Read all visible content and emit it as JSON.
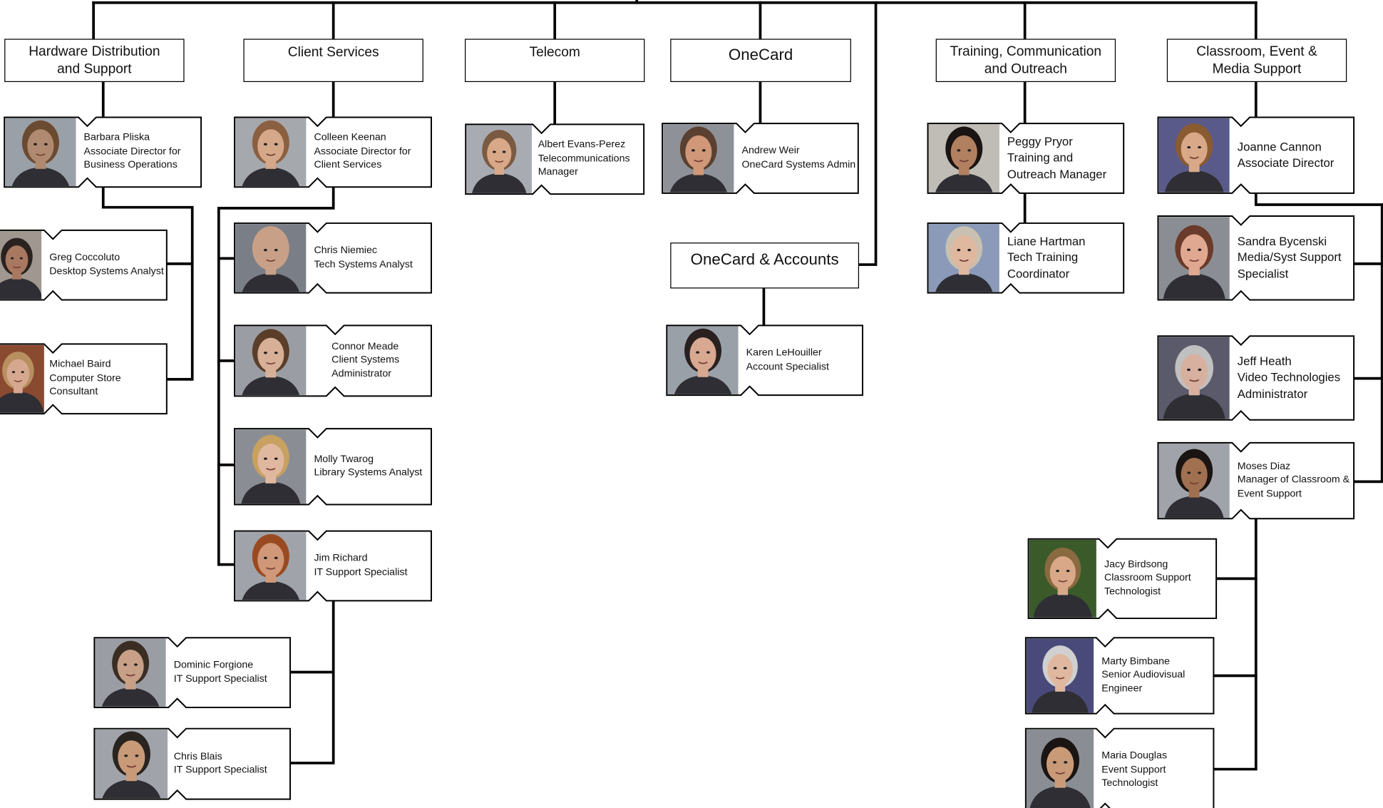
{
  "departments": [
    {
      "title_line1": "Hardware Distribution",
      "title_line2": "and Support"
    },
    {
      "title_line1": "Client Services",
      "title_line2": ""
    },
    {
      "title_line1": "Telecom",
      "title_line2": ""
    },
    {
      "title_line1": "OneCard",
      "title_line2": ""
    },
    {
      "title_line1": "Training, Communication",
      "title_line2": "and Outreach"
    },
    {
      "title_line1": "Classroom, Event &",
      "title_line2": "Media Support"
    },
    {
      "title_line1": "OneCard & Accounts",
      "title_line2": ""
    }
  ],
  "people": [
    {
      "name": "Barbara Pliska",
      "title1": "Associate Director for",
      "title2": "Business Operations",
      "title3": ""
    },
    {
      "name": "Greg Coccoluto",
      "title1": "Desktop Systems Analyst",
      "title2": "",
      "title3": ""
    },
    {
      "name": "Michael Baird",
      "title1": "Computer Store",
      "title2": "Consultant",
      "title3": ""
    },
    {
      "name": "Colleen Keenan",
      "title1": "Associate Director for",
      "title2": "Client Services",
      "title3": ""
    },
    {
      "name": "Chris Niemiec",
      "title1": "Tech Systems Analyst",
      "title2": "",
      "title3": ""
    },
    {
      "name": "Connor Meade",
      "title1": "Client Systems",
      "title2": "Administrator",
      "title3": ""
    },
    {
      "name": "Molly Twarog",
      "title1": "Library Systems Analyst",
      "title2": "",
      "title3": ""
    },
    {
      "name": "Jim Richard",
      "title1": "IT Support Specialist",
      "title2": "",
      "title3": ""
    },
    {
      "name": "Dominic Forgione",
      "title1": "IT Support Specialist",
      "title2": "",
      "title3": ""
    },
    {
      "name": "Chris Blais",
      "title1": "IT Support Specialist",
      "title2": "",
      "title3": ""
    },
    {
      "name": "Albert Evans-Perez",
      "title1": "Telecommunications",
      "title2": "Manager",
      "title3": ""
    },
    {
      "name": "Andrew Weir",
      "title1": "OneCard Systems Admin",
      "title2": "",
      "title3": ""
    },
    {
      "name": "Karen LeHouiller",
      "title1": "Account Specialist",
      "title2": "",
      "title3": ""
    },
    {
      "name": "Peggy Pryor",
      "title1": "Training and",
      "title2": "Outreach Manager",
      "title3": ""
    },
    {
      "name": "Liane Hartman",
      "title1": "Tech Training",
      "title2": "Coordinator",
      "title3": ""
    },
    {
      "name": "Joanne Cannon",
      "title1": "Associate Director",
      "title2": "",
      "title3": ""
    },
    {
      "name": "Sandra Bycenski",
      "title1": "Media/Syst Support",
      "title2": "Specialist",
      "title3": ""
    },
    {
      "name": "Jeff Heath",
      "title1": "Video Technologies",
      "title2": "Administrator",
      "title3": ""
    },
    {
      "name": "Moses Diaz",
      "title1": "Manager of Classroom &",
      "title2": "Event Support",
      "title3": ""
    },
    {
      "name": "Jacy Birdsong",
      "title1": "Classroom Support",
      "title2": "Technologist",
      "title3": ""
    },
    {
      "name": "Marty Bimbane",
      "title1": "Senior Audiovisual",
      "title2": "Engineer",
      "title3": ""
    },
    {
      "name": "Maria Douglas",
      "title1": "Event Support",
      "title2": "Technologist",
      "title3": ""
    }
  ]
}
